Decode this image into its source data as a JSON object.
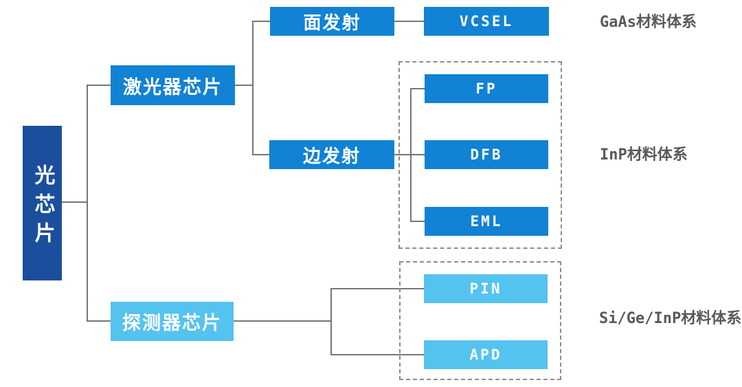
{
  "nodes": {
    "root": "光芯片",
    "laser_chip": "激光器芯片",
    "detector_chip": "探测器芯片",
    "surface_emitting": "面发射",
    "edge_emitting": "边发射",
    "vcsel": "VCSEL",
    "fp": "FP",
    "dfb": "DFB",
    "eml": "EML",
    "pin": "PIN",
    "apd": "APD"
  },
  "material_systems": {
    "gaas": "GaAs材料体系",
    "inp": "InP材料体系",
    "si_ge_inp": "Si/Ge/InP材料体系"
  },
  "colors": {
    "background": "#ffffff",
    "root_bg": "#1b4f9d",
    "primary_bg": "#1182d4",
    "secondary_bg": "#55c3ef",
    "line": "#767676",
    "dash": "#8c8c8c",
    "label_text": "#595959",
    "box_text": "#ffffff"
  }
}
